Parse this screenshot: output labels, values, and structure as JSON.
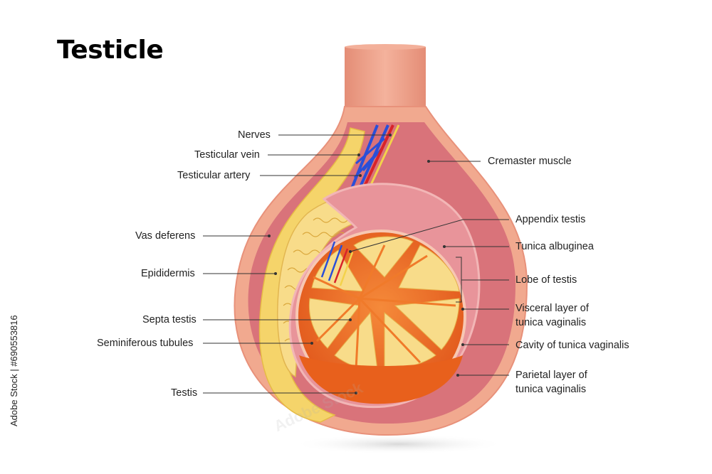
{
  "title": "Testicle",
  "stock_id": "Adobe Stock | #690553816",
  "watermark": "Adobe Stock",
  "labels_left": {
    "nerves": "Nerves",
    "testicular_vein": "Testicular vein",
    "testicular_artery": "Testicular artery",
    "vas_deferens": "Vas deferens",
    "epididermis": "Epididermis",
    "septa_testis": "Septa testis",
    "seminiferous_tubules": "Seminiferous tubules",
    "testis": "Testis"
  },
  "labels_right": {
    "cremaster_muscle": "Cremaster muscle",
    "appendix_testis": "Appendix testis",
    "tunica_albuginea": "Tunica albuginea",
    "lobe_of_testis": "Lobe of testis",
    "visceral_layer_1": "Visceral layer of",
    "visceral_layer_2": "tunica vaginalis",
    "cavity": "Cavity of tunica vaginalis",
    "parietal_layer_1": "Parietal layer of",
    "parietal_layer_2": "tunica vaginalis"
  },
  "colors": {
    "skin": "#f1a98f",
    "skin_light": "#f7c7b3",
    "skin_dark": "#e08b75",
    "cavity": "#d9737a",
    "cavity_light": "#e8949a",
    "testis_orange": "#f07a2a",
    "testis_dark": "#e05a14",
    "lobule_yellow": "#f8dc8a",
    "vas_yellow": "#f5d46a",
    "vein_blue": "#2a4fd8",
    "artery_red": "#d8232a",
    "nerve_yellow": "#f3d24b",
    "leader_line": "#333333"
  }
}
